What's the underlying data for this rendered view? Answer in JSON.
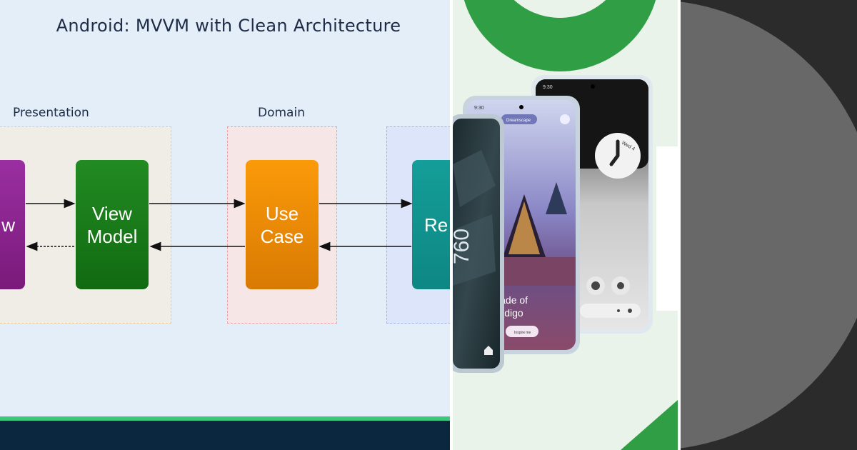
{
  "diagram": {
    "title": "Android: MVVM with Clean Architecture",
    "layers": {
      "presentation": "Presentation",
      "domain": "Domain"
    },
    "nodes": {
      "view": "w",
      "view_model": "View\nModel",
      "use_case": "Use\nCase",
      "repository": "Re"
    },
    "colors": {
      "view": "#8e2593",
      "view_model": "#1b7f1b",
      "use_case": "#f08c06",
      "repository": "#119591",
      "footer": "#0b2740",
      "accent_bar": "#3dc77c"
    }
  },
  "phones": {
    "status_time_1": "9:30",
    "status_time_2": "9:30",
    "wallpaper_chip": "Dreamscape",
    "clock_text": "760",
    "clock_date": "Wed 4",
    "prompt_line_1": "use made of",
    "prompt_line_2": "nts in indigo",
    "inspire_button": "Inspire me"
  },
  "colors": {
    "phones_background": "#e9f3e9",
    "brand_green": "#2f9e44",
    "circle_panel_background": "#2b2b2b",
    "circle": "#686868"
  }
}
